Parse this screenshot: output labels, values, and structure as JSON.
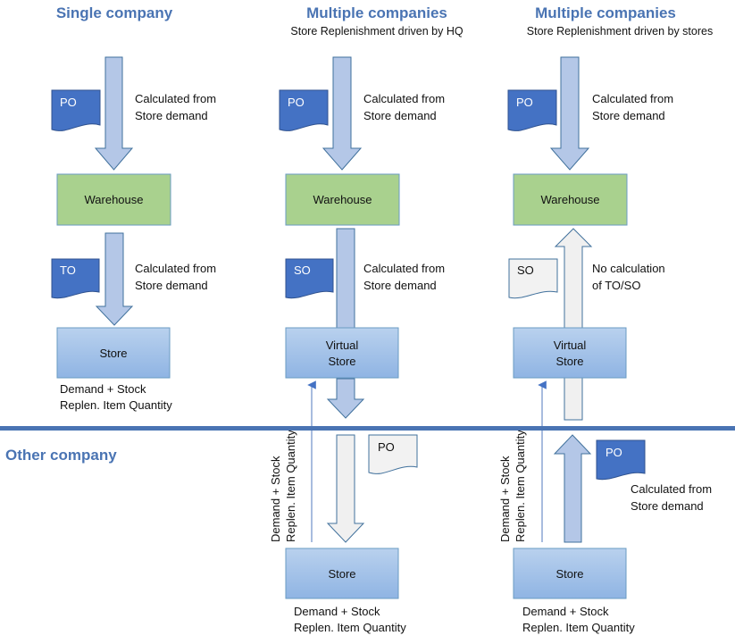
{
  "colors": {
    "heading": "#4a74b3",
    "divider": "#4a74b3",
    "arrow_blue_fill": "#b4c7e7",
    "arrow_gray_fill": "#f0f0f0",
    "arrow_stroke": "#41719c",
    "warehouse_fill": "#a9d18e",
    "warehouse_stroke": "#6a9bc3",
    "store_fill": "#9dc3e6",
    "doc_blue_fill": "#4472c4",
    "doc_gray_fill": "#f2f2f2"
  },
  "columns": [
    {
      "heading": "Single company",
      "subheading": "",
      "top_doc": "PO",
      "top_label": [
        "Calculated from",
        "Store demand"
      ],
      "warehouse": "Warehouse",
      "mid_doc": "TO",
      "mid_label": [
        "Calculated from",
        "Store demand"
      ],
      "store": [
        "Store"
      ],
      "store_note": [
        "Demand + Stock",
        "Replen. Item Quantity"
      ]
    },
    {
      "heading": "Multiple companies",
      "subheading": "Store Replenishment driven by HQ",
      "top_doc": "PO",
      "top_label": [
        "Calculated from",
        "Store demand"
      ],
      "warehouse": "Warehouse",
      "mid_doc": "SO",
      "mid_label": [
        "Calculated from",
        "Store demand"
      ],
      "store": [
        "Virtual",
        "Store"
      ],
      "other_doc": "PO",
      "other_store": "Store",
      "other_store_note": [
        "Demand + Stock",
        "Replen. Item Quantity"
      ],
      "vertical_note": [
        "Demand + Stock",
        "Replen. Item Quantity"
      ]
    },
    {
      "heading": "Multiple companies",
      "subheading": "Store Replenishment driven by stores",
      "top_doc": "PO",
      "top_label": [
        "Calculated from",
        "Store demand"
      ],
      "warehouse": "Warehouse",
      "mid_doc": "SO",
      "mid_label": [
        "No calculation",
        "of TO/SO"
      ],
      "store": [
        "Virtual",
        "Store"
      ],
      "other_doc": "PO",
      "other_label": [
        "Calculated from",
        "Store demand"
      ],
      "other_store": "Store",
      "other_store_note": [
        "Demand + Stock",
        "Replen. Item Quantity"
      ],
      "vertical_note": [
        "Demand + Stock",
        "Replen. Item Quantity"
      ]
    }
  ],
  "other_company_label": "Other company"
}
